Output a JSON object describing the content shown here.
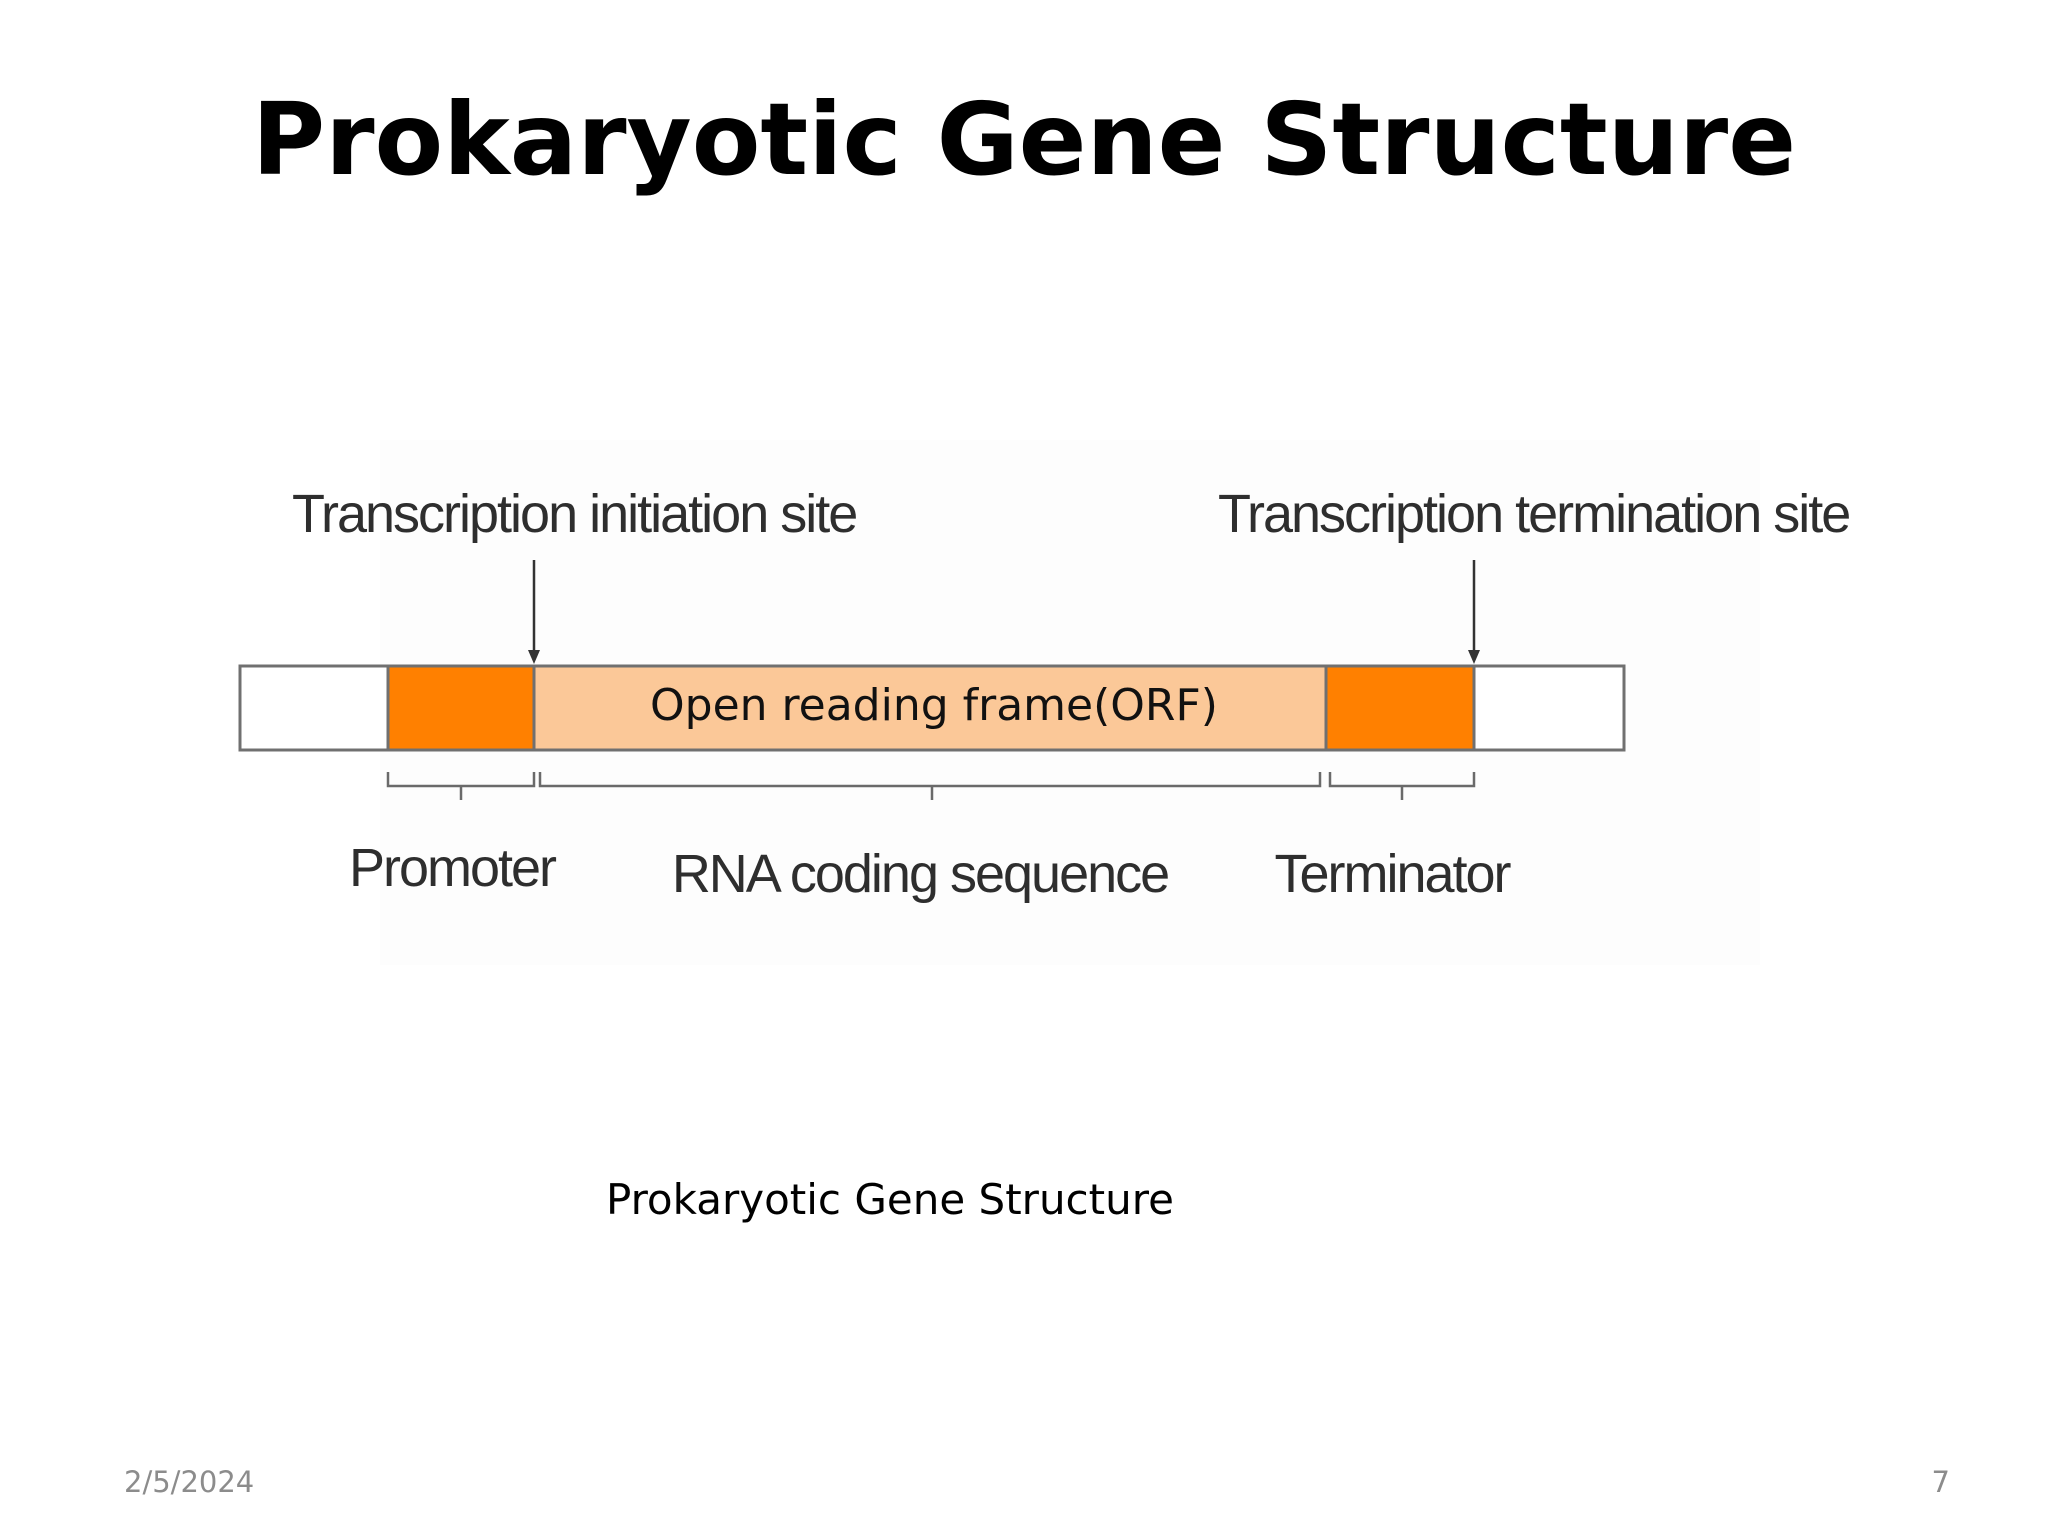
{
  "slide": {
    "title": "Prokaryotic Gene Structure",
    "caption": "Prokaryotic Gene Structure",
    "date": "2/5/2024",
    "page_number": "7"
  },
  "diagram": {
    "labels": {
      "initiation_site": "Transcription initiation site",
      "termination_site": "Transcription termination site",
      "orf": "Open reading frame(ORF)",
      "promoter": "Promoter",
      "rna_coding_sequence": "RNA coding sequence",
      "terminator": "Terminator"
    },
    "colors": {
      "promoter_fill": "#FF8000",
      "orf_fill": "#FBC898",
      "terminator_fill": "#FF8000",
      "flank_fill": "#FFFFFF",
      "outline": "#707070"
    }
  }
}
